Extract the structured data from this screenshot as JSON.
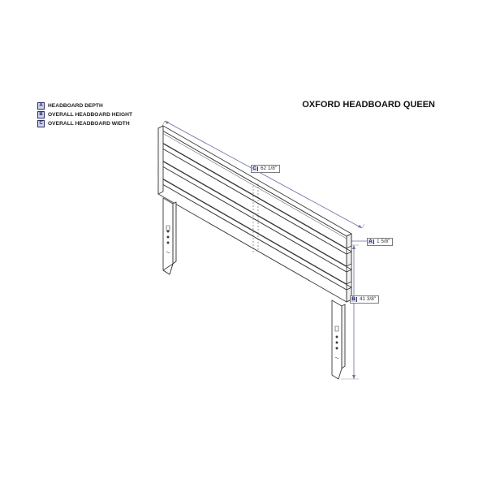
{
  "title": "OXFORD HEADBOARD QUEEN",
  "legend": [
    {
      "key": "A",
      "label": "HEADBOARD DEPTH"
    },
    {
      "key": "B",
      "label": "OVERALL HEADBOARD HEIGHT"
    },
    {
      "key": "C",
      "label": "OVERALL HEADBOARD WIDTH"
    }
  ],
  "dimensions": {
    "depth": {
      "key": "A",
      "value": "1 5/8\""
    },
    "height": {
      "key": "B",
      "value": "41 3/8\""
    },
    "width": {
      "key": "C",
      "value": "62 1/8\""
    }
  },
  "colors": {
    "line": "#3a3a3a",
    "dimension_line": "#6a6fa3",
    "key_fill": "#cfd4e8"
  }
}
